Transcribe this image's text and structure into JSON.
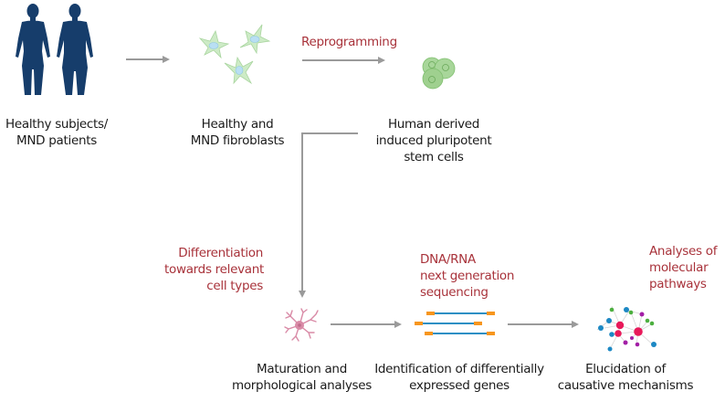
{
  "diagram": {
    "title": "iPSC-based disease modelling workflow for MND",
    "nodes": [
      {
        "id": "subjects",
        "label_lines": [
          "Healthy subjects/",
          "MND patients"
        ],
        "icon": "human-figures-icon"
      },
      {
        "id": "fibroblasts",
        "label_lines": [
          "Healthy and",
          "MND fibroblasts"
        ],
        "icon": "fibroblast-cells-icon"
      },
      {
        "id": "ipsc",
        "label_lines": [
          "Human derived",
          "induced pluripotent",
          "stem cells"
        ],
        "icon": "stem-cells-icon"
      },
      {
        "id": "maturation",
        "label_lines": [
          "Maturation and",
          "morphological analyses"
        ],
        "icon": "neuron-icon"
      },
      {
        "id": "genes",
        "label_lines": [
          "Identification of differentially",
          "expressed genes"
        ],
        "icon": "sequencing-reads-icon"
      },
      {
        "id": "mechanisms",
        "label_lines": [
          "Elucidation of",
          "causative mechanisms"
        ],
        "icon": "network-graph-icon"
      }
    ],
    "edges": [
      {
        "from": "subjects",
        "to": "fibroblasts",
        "label_lines": []
      },
      {
        "from": "fibroblasts",
        "to": "ipsc",
        "label_lines": [
          "Reprogramming"
        ]
      },
      {
        "from": "ipsc",
        "to": "maturation",
        "label_lines": [
          "Differentiation",
          "towards relevant",
          "cell types"
        ]
      },
      {
        "from": "maturation",
        "to": "genes",
        "label_lines": [
          "DNA/RNA",
          "next generation",
          "sequencing"
        ]
      },
      {
        "from": "genes",
        "to": "mechanisms",
        "label_lines": [
          "Analyses of",
          "molecular",
          "pathways"
        ]
      }
    ],
    "colors": {
      "text": "#1a1a1a",
      "step_label": "#a8323a",
      "arrow": "#9a9a9a",
      "human": "#163d6b",
      "fibroblast": "#cdebc6",
      "fibroblast_nucleus": "#b9dff3",
      "stem_cell": "#9fd08f",
      "neuron": "#d98aa6",
      "read_blue": "#2d8fc4",
      "read_orange": "#f7961e",
      "node_red": "#e8195a",
      "node_blue": "#1c88c4",
      "node_green": "#4caf3f",
      "node_purple": "#a21ea6"
    }
  }
}
